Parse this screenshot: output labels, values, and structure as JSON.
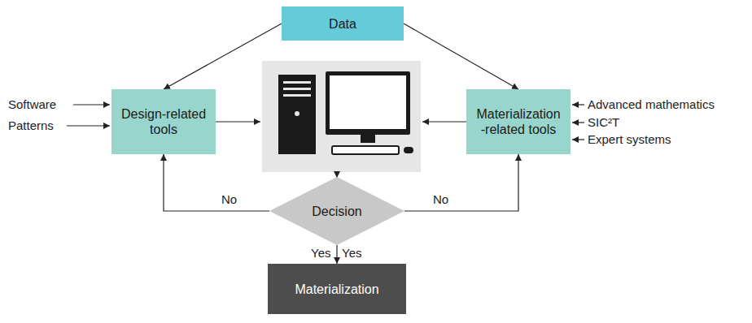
{
  "diagram": {
    "nodes": [
      {
        "text": [
          "Data"
        ]
      },
      {
        "text": [
          "Design-related tools"
        ]
      },
      {
        "text": [
          "Materialization -related tools"
        ]
      },
      {
        "text": [
          "Decision"
        ]
      },
      {
        "text": [
          "Materialization"
        ]
      }
    ],
    "edges": [
      {
        "from": 0,
        "to": 1,
        "arrow": "to"
      },
      {
        "from": 0,
        "to": 2,
        "arrow": "to"
      },
      {
        "from": 3,
        "to": 1,
        "label": "No",
        "arrow": "to"
      },
      {
        "from": 3,
        "to": 2,
        "label": "No",
        "arrow": "to"
      },
      {
        "from": 3,
        "to": 4,
        "label": "Yes",
        "arrow": "to"
      }
    ],
    "labels": [
      "Software",
      "Patterns",
      "Advanced mathematics",
      "SIC²T",
      "Expert systems",
      "Yes"
    ]
  }
}
